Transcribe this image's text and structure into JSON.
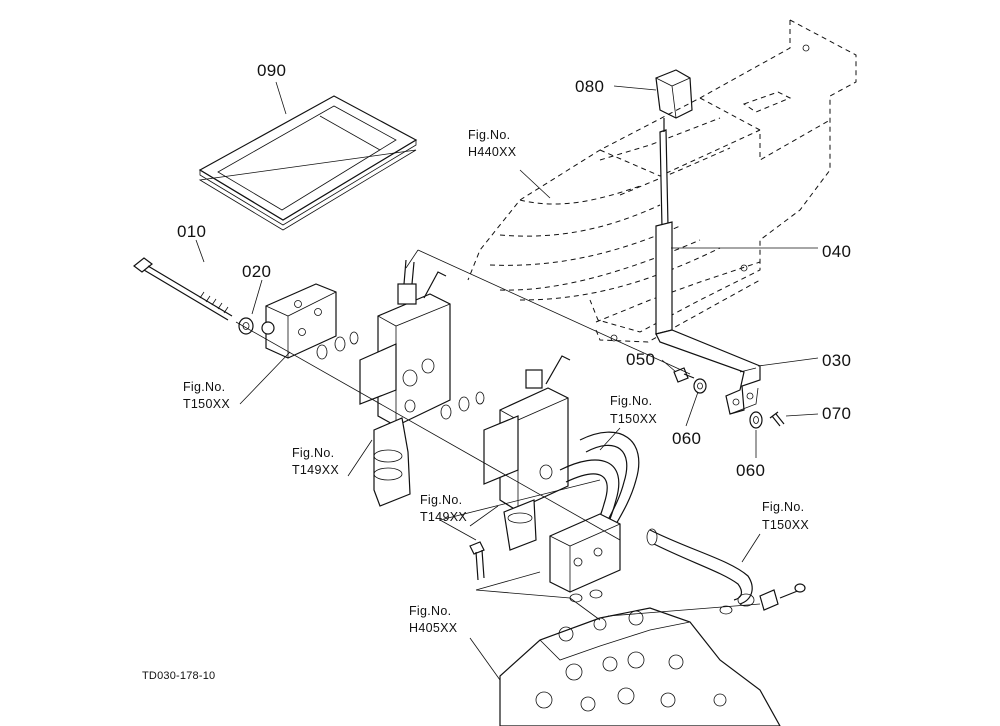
{
  "drawing_code": "TD030-178-10",
  "parts": {
    "p090": "090",
    "p080": "080",
    "p010": "010",
    "p020": "020",
    "p040": "040",
    "p050": "050",
    "p030": "030",
    "p060a": "060",
    "p070": "070",
    "p060b": "060"
  },
  "fig_refs": {
    "h440": {
      "line1": "Fig.No.",
      "line2": "H440XX"
    },
    "t150a": {
      "line1": "Fig.No.",
      "line2": "T150XX"
    },
    "t149a": {
      "line1": "Fig.No.",
      "line2": "T149XX"
    },
    "t150b": {
      "line1": "Fig.No.",
      "line2": "T150XX"
    },
    "t149b": {
      "line1": "Fig.No.",
      "line2": "T149XX"
    },
    "t150c": {
      "line1": "Fig.No.",
      "line2": "T150XX"
    },
    "h405": {
      "line1": "Fig.No.",
      "line2": "H405XX"
    }
  },
  "colors": {
    "ink": "#111111",
    "paper": "#ffffff"
  }
}
